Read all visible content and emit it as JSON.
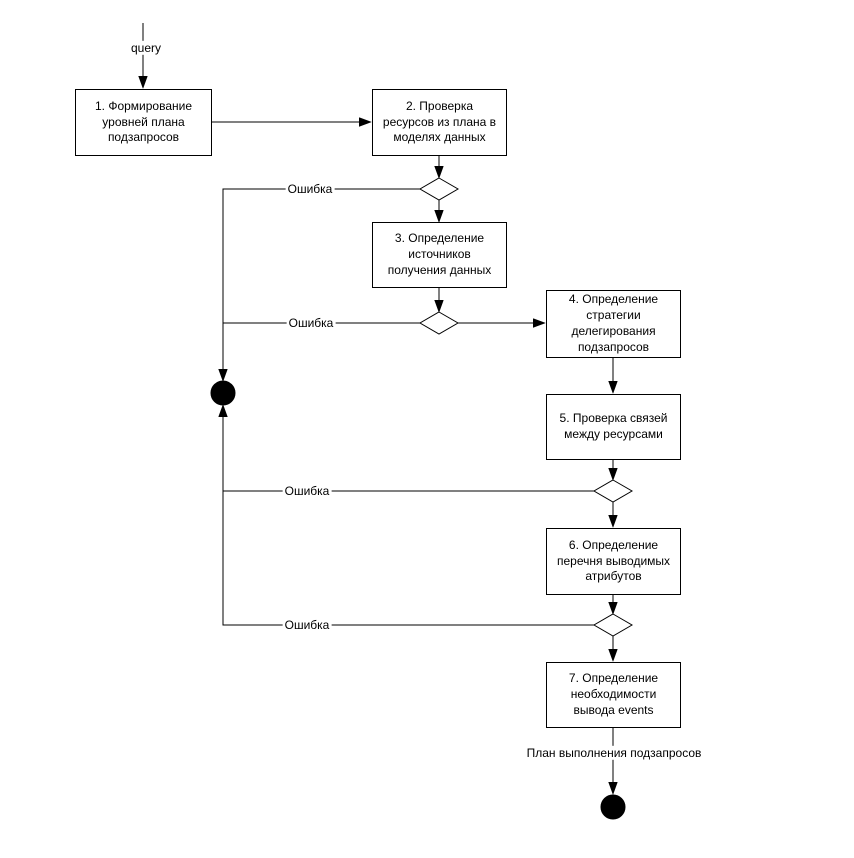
{
  "diagram": {
    "type": "activity-flowchart",
    "colors": {
      "stroke": "#000000",
      "node_fill": "#ffffff",
      "text": "#000000",
      "background": "#ffffff"
    },
    "nodes": [
      {
        "id": "1",
        "label": "1. Формирование\nуровней плана\nподзапросов"
      },
      {
        "id": "2",
        "label": "2. Проверка\nресурсов из плана в\nмоделях данных"
      },
      {
        "id": "3",
        "label": "3. Определение\nисточников\nполучения данных"
      },
      {
        "id": "4",
        "label": "4. Определение\nстратегии\nделегирования\nподзапросов"
      },
      {
        "id": "5",
        "label": "5. Проверка связей\nмежду ресурсами"
      },
      {
        "id": "6",
        "label": "6. Определение\nперечня выводимых\nатрибутов"
      },
      {
        "id": "7",
        "label": "7. Определение\nнеобходимости\nвывода events"
      }
    ],
    "decisions": [
      {
        "id": "decision-1",
        "after_node": "2"
      },
      {
        "id": "decision-2",
        "after_node": "3"
      },
      {
        "id": "decision-3",
        "after_node": "5"
      },
      {
        "id": "decision-4",
        "after_node": "6"
      }
    ],
    "terminals": [
      {
        "id": "merge-node",
        "kind": "filled-circle"
      },
      {
        "id": "final-node",
        "kind": "filled-circle"
      }
    ],
    "edges": [
      {
        "from": "start",
        "to": "1",
        "label": "query"
      },
      {
        "from": "1",
        "to": "2",
        "label": ""
      },
      {
        "from": "2",
        "to": "decision-1",
        "label": ""
      },
      {
        "from": "decision-1",
        "to": "3",
        "label": ""
      },
      {
        "from": "decision-1",
        "to": "merge-node",
        "label": "Ошибка"
      },
      {
        "from": "3",
        "to": "decision-2",
        "label": ""
      },
      {
        "from": "decision-2",
        "to": "4",
        "label": ""
      },
      {
        "from": "decision-2",
        "to": "merge-node",
        "label": "Ошибка"
      },
      {
        "from": "4",
        "to": "5",
        "label": ""
      },
      {
        "from": "5",
        "to": "decision-3",
        "label": ""
      },
      {
        "from": "decision-3",
        "to": "6",
        "label": ""
      },
      {
        "from": "decision-3",
        "to": "merge-node",
        "label": "Ошибка"
      },
      {
        "from": "6",
        "to": "decision-4",
        "label": ""
      },
      {
        "from": "decision-4",
        "to": "7",
        "label": ""
      },
      {
        "from": "decision-4",
        "to": "merge-node",
        "label": "Ошибка"
      },
      {
        "from": "7",
        "to": "final-node",
        "label": "План выполнения подзапросов"
      }
    ]
  }
}
